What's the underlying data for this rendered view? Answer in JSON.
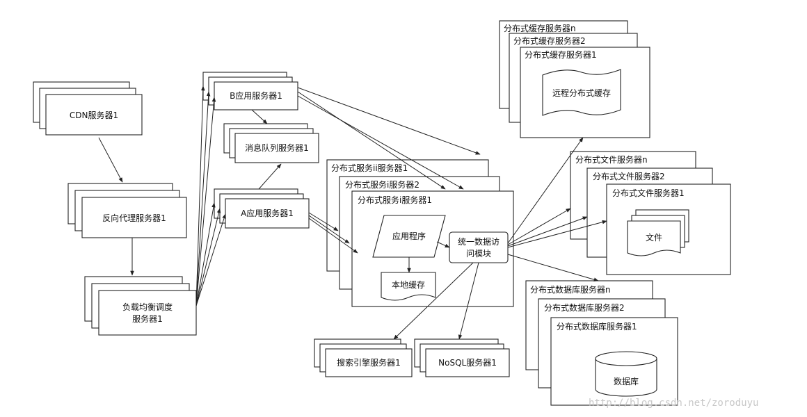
{
  "nodes": {
    "cdn": "CDN服务器1",
    "reverse_proxy": "反向代理服务器1",
    "load_balancer_line1": "负载均衡调度",
    "load_balancer_line2": "服务器1",
    "b_app": "B应用服务器1",
    "mq": "消息队列服务器1",
    "a_app": "A应用服务器1",
    "dist_service_ii": "分布式服务ii服务器1",
    "dist_service_i2": "分布式服务i服务器2",
    "dist_service_i1": "分布式服务i服务器1",
    "app_program": "应用程序",
    "local_cache": "本地缓存",
    "unified_access_line1": "统一数据访",
    "unified_access_line2": "问模块",
    "search_engine": "搜索引擎服务器1",
    "nosql": "NoSQL服务器1",
    "cache_n": "分布式缓存服务器n",
    "cache_2": "分布式缓存服务器2",
    "cache_1": "分布式缓存服务器1",
    "remote_cache": "远程分布式缓存",
    "file_n": "分布式文件服务器n",
    "file_2": "分布式文件服务器2",
    "file_1": "分布式文件服务器1",
    "file": "文件",
    "db_n": "分布式数据库服务器n",
    "db_2": "分布式数据库服务器2",
    "db_1": "分布式数据库服务器1",
    "database": "数据库"
  },
  "watermark": "http://blog.csdn.net/zoroduyu"
}
